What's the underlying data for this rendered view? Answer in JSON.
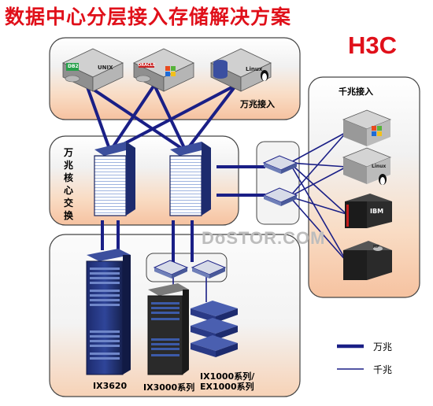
{
  "title": "数据中心分层接入存储解决方案",
  "brand": "H3C",
  "watermark": "DoSTOR.COM",
  "zones": {
    "top_label": "万兆接入",
    "gigabit_label": "千兆接入",
    "core_label": "万兆核心交换"
  },
  "servers": {
    "top": [
      {
        "os": "UNIX",
        "badge": "DB2"
      },
      {
        "os": "",
        "badge": "ORACLE"
      },
      {
        "os": "Linux",
        "badge": ""
      }
    ],
    "right": [
      {
        "os": "",
        "badge": ""
      },
      {
        "os": "Linux",
        "badge": ""
      },
      {
        "os": "IBM",
        "badge": ""
      },
      {
        "os": "HP",
        "badge": ""
      }
    ]
  },
  "storage": {
    "ix3620": "IX3620",
    "ix3000": "IX3000系列",
    "ix1000": "IX1000系列/\nEX1000系列"
  },
  "legend": {
    "ten_gig": "万兆",
    "gig": "千兆"
  },
  "colors": {
    "title_red": "#e0101a",
    "link_navy": "#1a1f86",
    "zone_fill_top": "#f4f4f4",
    "zone_fill_bottom": "#f6c7a4"
  }
}
